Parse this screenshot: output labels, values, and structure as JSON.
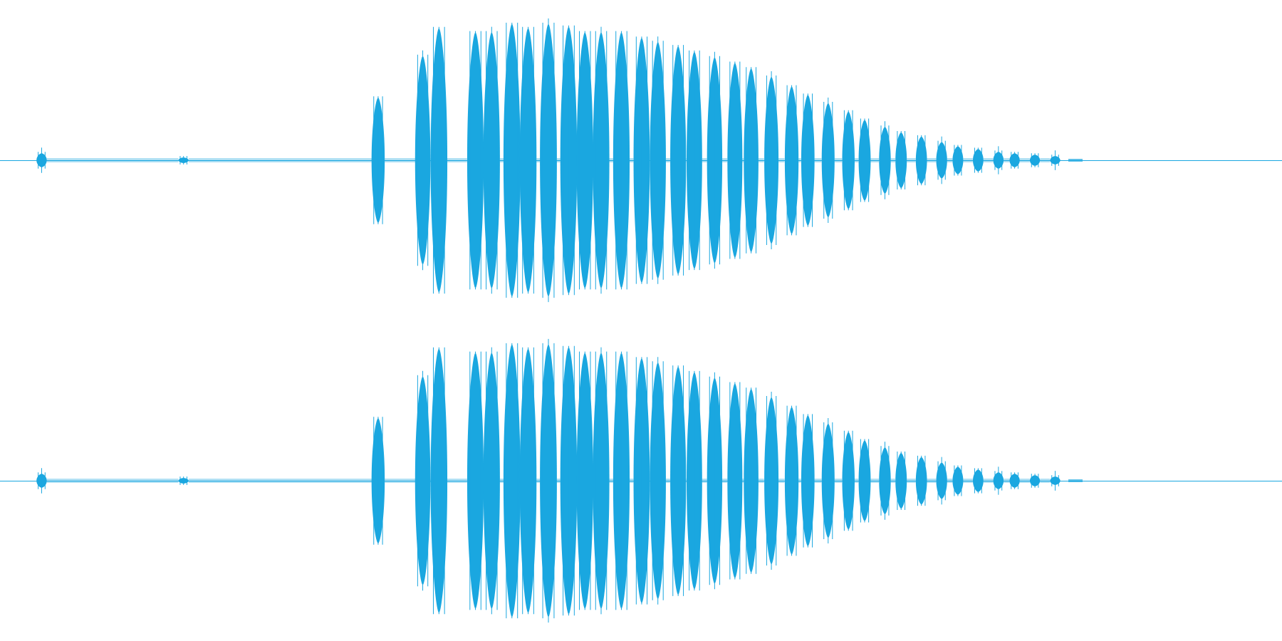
{
  "waveform": {
    "color": "#1aa7e0",
    "background": "#ffffff",
    "channels": [
      {
        "id": "left"
      },
      {
        "id": "right"
      }
    ],
    "pulses": [
      {
        "t": 0.04,
        "amp": 0.05
      },
      {
        "t": 0.075,
        "amp": 0.02
      },
      {
        "t": 0.123,
        "amp": 0.45
      },
      {
        "t": 0.134,
        "amp": 0.75
      },
      {
        "t": 0.138,
        "amp": 0.95
      },
      {
        "t": 0.147,
        "amp": 0.92
      },
      {
        "t": 0.151,
        "amp": 0.92
      },
      {
        "t": 0.156,
        "amp": 0.98
      },
      {
        "t": 0.16,
        "amp": 0.95
      },
      {
        "t": 0.165,
        "amp": 0.98
      },
      {
        "t": 0.17,
        "amp": 0.96
      },
      {
        "t": 0.174,
        "amp": 0.92
      },
      {
        "t": 0.178,
        "amp": 0.92
      },
      {
        "t": 0.183,
        "amp": 0.92
      },
      {
        "t": 0.188,
        "amp": 0.88
      },
      {
        "t": 0.192,
        "amp": 0.85
      },
      {
        "t": 0.197,
        "amp": 0.82
      },
      {
        "t": 0.201,
        "amp": 0.78
      },
      {
        "t": 0.206,
        "amp": 0.74
      },
      {
        "t": 0.211,
        "amp": 0.7
      },
      {
        "t": 0.215,
        "amp": 0.66
      },
      {
        "t": 0.22,
        "amp": 0.6
      },
      {
        "t": 0.225,
        "amp": 0.53
      },
      {
        "t": 0.229,
        "amp": 0.47
      },
      {
        "t": 0.234,
        "amp": 0.41
      },
      {
        "t": 0.239,
        "amp": 0.35
      },
      {
        "t": 0.243,
        "amp": 0.29
      },
      {
        "t": 0.248,
        "amp": 0.24
      },
      {
        "t": 0.252,
        "amp": 0.2
      },
      {
        "t": 0.257,
        "amp": 0.17
      },
      {
        "t": 0.262,
        "amp": 0.13
      },
      {
        "t": 0.266,
        "amp": 0.1
      },
      {
        "t": 0.271,
        "amp": 0.08
      },
      {
        "t": 0.276,
        "amp": 0.06
      },
      {
        "t": 0.28,
        "amp": 0.05
      },
      {
        "t": 0.285,
        "amp": 0.04
      },
      {
        "t": 0.29,
        "amp": 0.03
      }
    ]
  }
}
